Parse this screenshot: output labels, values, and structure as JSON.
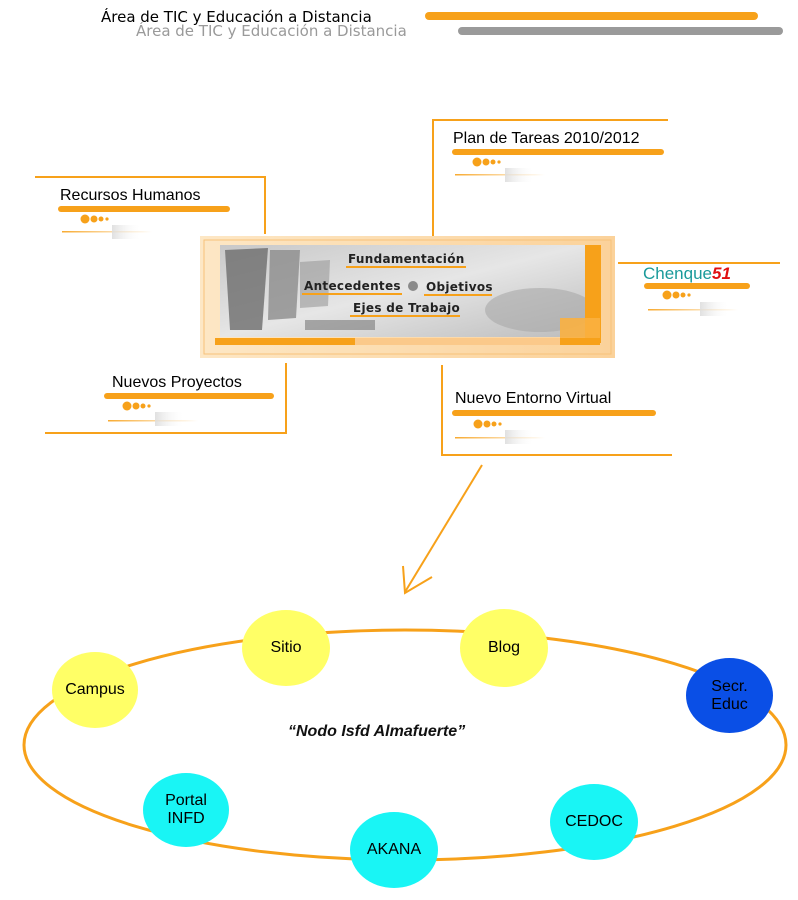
{
  "header": {
    "title": "Área de TIC y Educación a Distancia",
    "title_shadow": "Área de TIC y Educación a Distancia"
  },
  "menu_boxes": {
    "plan": "Plan de Tareas 2010/2012",
    "recursos": "Recursos Humanos",
    "nuevos_proyectos": "Nuevos Proyectos",
    "entorno": "Nuevo Entorno Virtual",
    "chenque": {
      "word": "Chenque",
      "number": "51"
    }
  },
  "center_panel": {
    "fundamentacion": "Fundamentación",
    "antecedentes": "Antecedentes",
    "objetivos": "Objetivos",
    "ejes": "Ejes de Trabajo"
  },
  "network": {
    "title": "“Nodo Isfd Almafuerte”",
    "nodes": {
      "campus": "Campus",
      "sitio": "Sitio",
      "blog": "Blog",
      "secr_line1": "Secr.",
      "secr_line2": "Educ",
      "portal_line1": "Portal",
      "portal_line2": "INFD",
      "akana": "AKANA",
      "cedoc": "CEDOC"
    }
  },
  "colors": {
    "accent_orange": "#f7a11a",
    "header_gray_bar": "#9a9a9a",
    "node_yellow": "#ffff66",
    "node_cyan": "#19f5f5",
    "node_blue": "#0a4fe6",
    "chenque_teal": "#1a9a9a",
    "chenque_red": "#e01010"
  }
}
